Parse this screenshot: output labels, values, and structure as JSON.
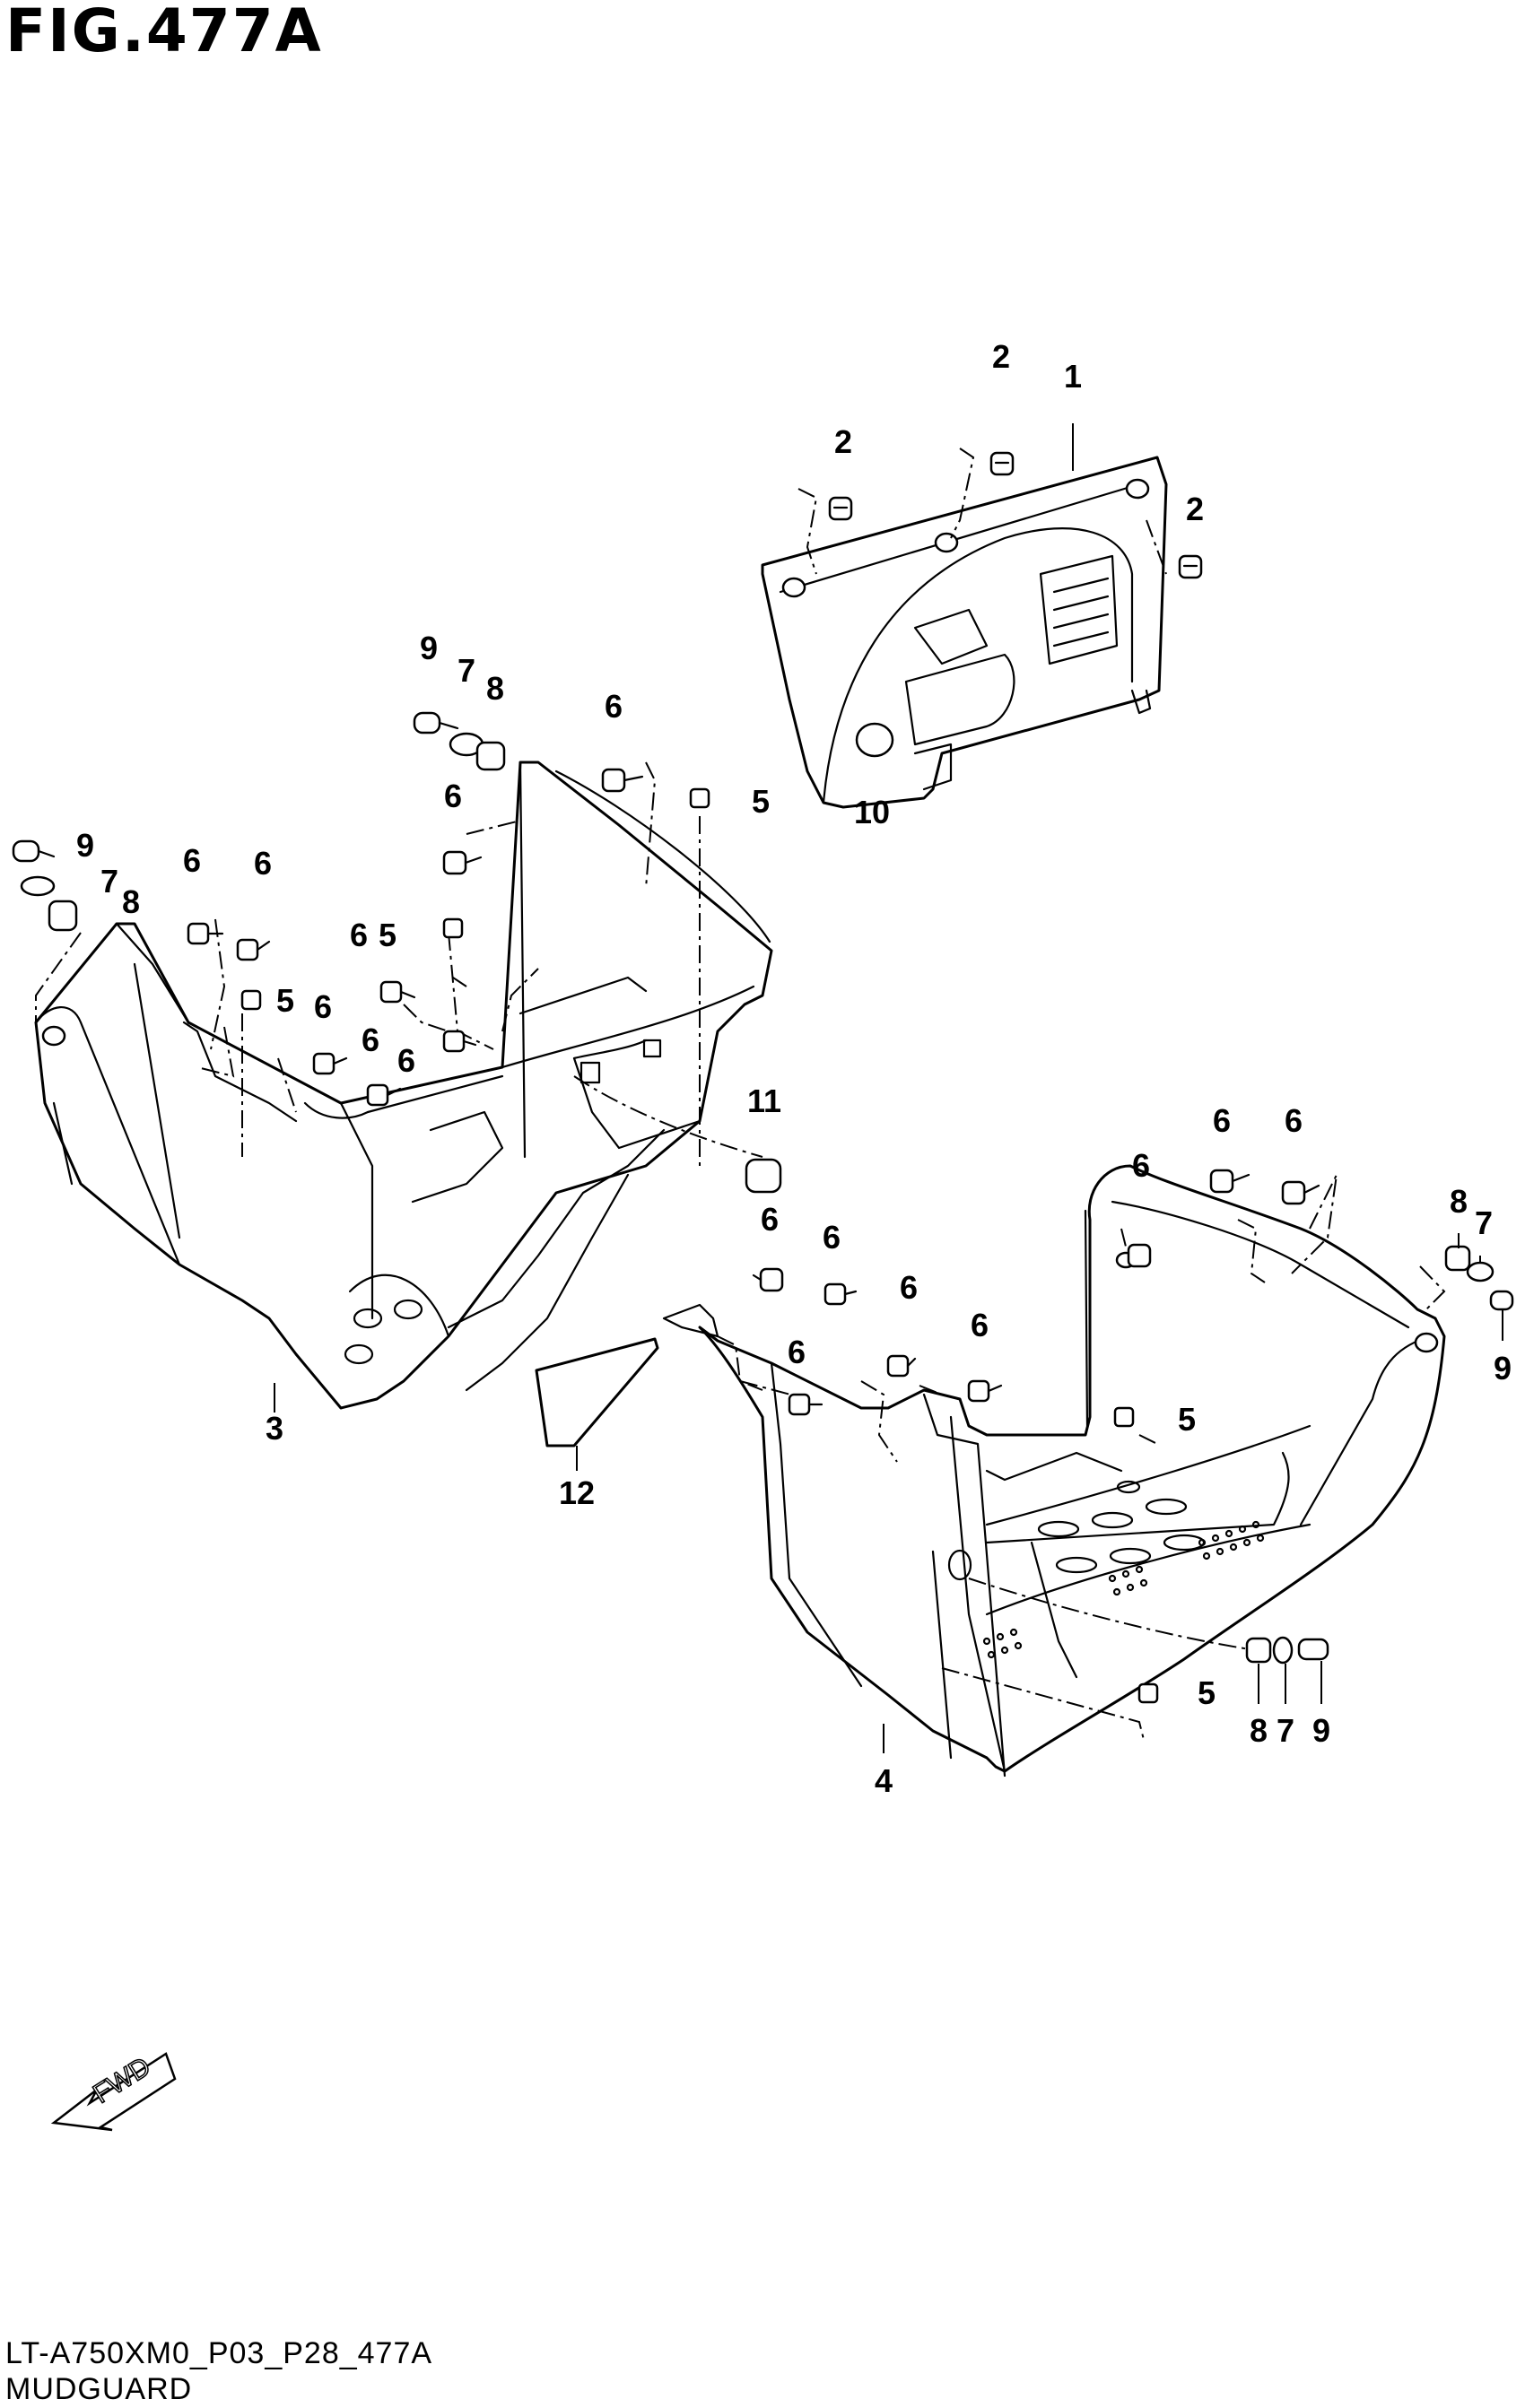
{
  "figure": {
    "title": "FIG.477A",
    "code": "LT-A750XM0_P03_P28_477A",
    "name": "MUDGUARD"
  },
  "fwd_arrow": {
    "label": "FWD"
  },
  "callouts": [
    {
      "id": "c1",
      "label": "1"
    },
    {
      "id": "c2a",
      "label": "2"
    },
    {
      "id": "c2b",
      "label": "2"
    },
    {
      "id": "c2c",
      "label": "2"
    },
    {
      "id": "c10",
      "label": "10"
    },
    {
      "id": "c9a",
      "label": "9"
    },
    {
      "id": "c7a",
      "label": "7"
    },
    {
      "id": "c8a",
      "label": "8"
    },
    {
      "id": "c6a",
      "label": "6"
    },
    {
      "id": "c6b",
      "label": "6"
    },
    {
      "id": "c5a",
      "label": "5"
    },
    {
      "id": "c9b",
      "label": "9"
    },
    {
      "id": "c7b",
      "label": "7"
    },
    {
      "id": "c8b",
      "label": "8"
    },
    {
      "id": "c6c",
      "label": "6"
    },
    {
      "id": "c6d",
      "label": "6"
    },
    {
      "id": "c6e",
      "label": "6"
    },
    {
      "id": "c5b",
      "label": "5"
    },
    {
      "id": "c5c",
      "label": "5"
    },
    {
      "id": "c6f",
      "label": "6"
    },
    {
      "id": "c6g",
      "label": "6"
    },
    {
      "id": "c6h",
      "label": "6"
    },
    {
      "id": "c11",
      "label": "11"
    },
    {
      "id": "c3",
      "label": "3"
    },
    {
      "id": "c12",
      "label": "12"
    },
    {
      "id": "c6i",
      "label": "6"
    },
    {
      "id": "c6j",
      "label": "6"
    },
    {
      "id": "c6k",
      "label": "6"
    },
    {
      "id": "c6l",
      "label": "6"
    },
    {
      "id": "c6m",
      "label": "6"
    },
    {
      "id": "c6n",
      "label": "6"
    },
    {
      "id": "c6o",
      "label": "6"
    },
    {
      "id": "c6p",
      "label": "6"
    },
    {
      "id": "c8c",
      "label": "8"
    },
    {
      "id": "c7c",
      "label": "7"
    },
    {
      "id": "c9c",
      "label": "9"
    },
    {
      "id": "c5d",
      "label": "5"
    },
    {
      "id": "c5e",
      "label": "5"
    },
    {
      "id": "c8d",
      "label": "8"
    },
    {
      "id": "c7d",
      "label": "7"
    },
    {
      "id": "c9d",
      "label": "9"
    },
    {
      "id": "c4",
      "label": "4"
    }
  ]
}
